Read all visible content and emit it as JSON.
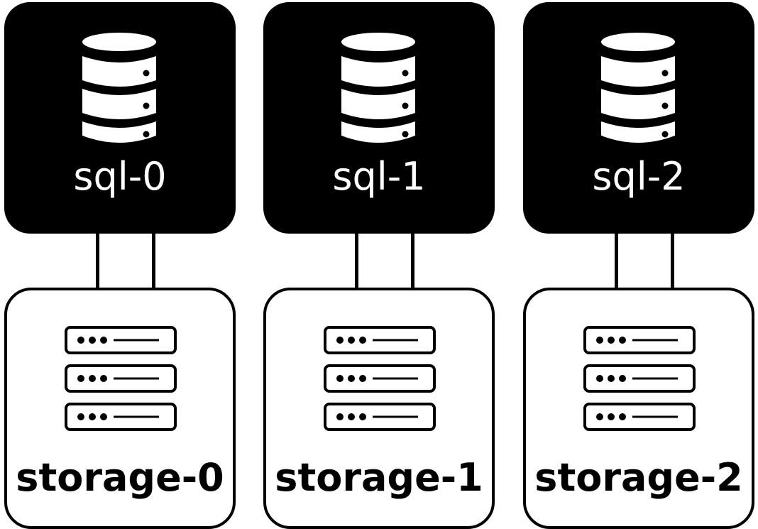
{
  "colors": {
    "db_fill": "#000000",
    "storage_fill": "#ffffff",
    "stroke": "#000000"
  },
  "nodes": [
    {
      "db_label": "sql-0",
      "storage_label": "storage-0",
      "db_icon": "database-icon",
      "storage_icon": "server-rack-icon"
    },
    {
      "db_label": "sql-1",
      "storage_label": "storage-1",
      "db_icon": "database-icon",
      "storage_icon": "server-rack-icon"
    },
    {
      "db_label": "sql-2",
      "storage_label": "storage-2",
      "db_icon": "database-icon",
      "storage_icon": "server-rack-icon"
    }
  ]
}
